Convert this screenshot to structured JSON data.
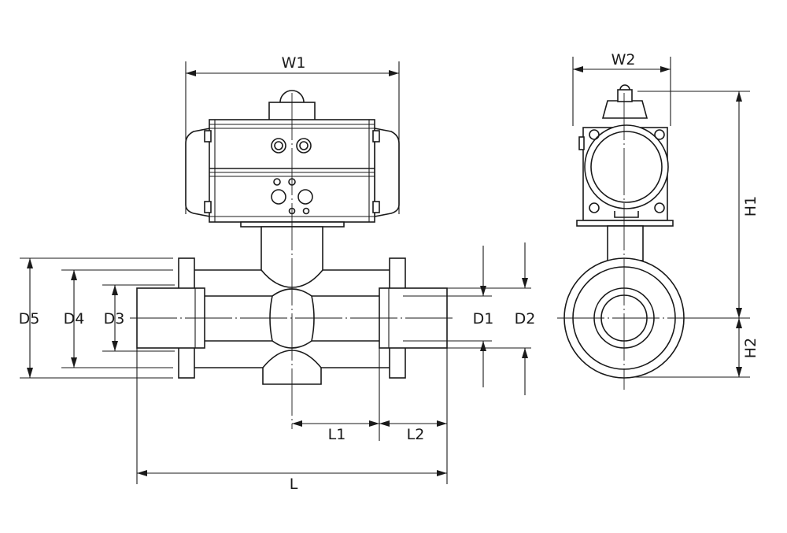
{
  "labels": {
    "w1": "W1",
    "w2": "W2",
    "h1": "H1",
    "h2": "H2",
    "d1": "D1",
    "d2": "D2",
    "d3": "D3",
    "d4": "D4",
    "d5": "D5",
    "l1": "L1",
    "l2": "L2",
    "l": "L"
  },
  "colors": {
    "line": "#1a1a1a",
    "background": "#ffffff"
  }
}
